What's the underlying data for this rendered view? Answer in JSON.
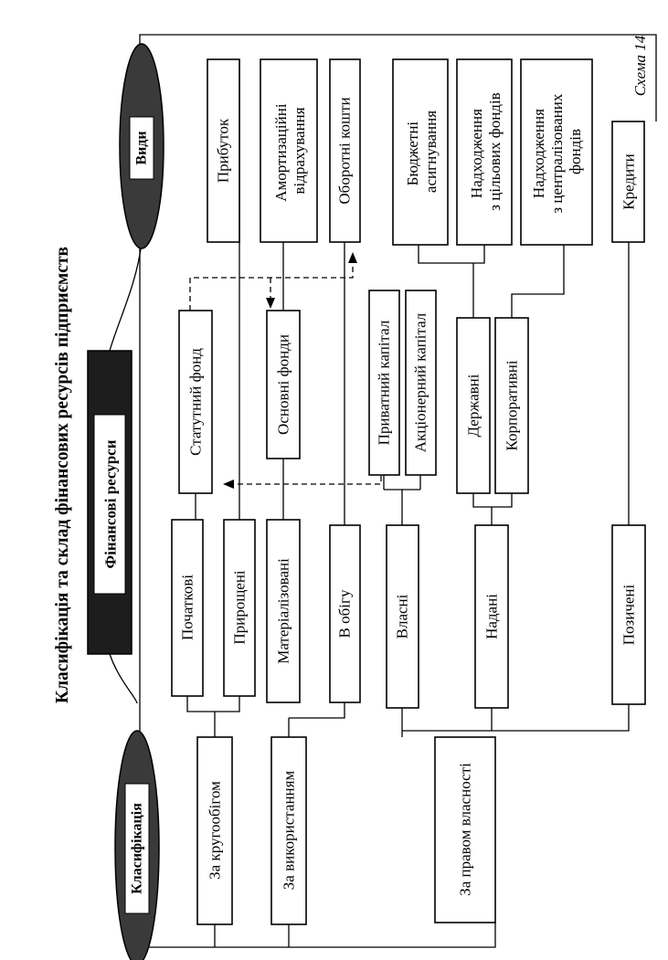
{
  "scheme_label": "Схема 14",
  "title": "Класифікація та склад фінансових ресурсів підприємств",
  "center": {
    "label": "Фінансові ресурси"
  },
  "ovals": {
    "classification": "Класифікація",
    "types": "Види"
  },
  "criteria": {
    "turnover": "За кругообігом",
    "usage": "За використанням",
    "ownership": "За правом власності"
  },
  "classes": {
    "initial": "Початкові",
    "increased": "Прирощені",
    "materialized": "Матеріалізовані",
    "in_circulation": "В обігу",
    "own": "Власні",
    "granted": "Надані",
    "borrowed": "Позичені"
  },
  "intermediate": {
    "statutory_fund": "Статутний фонд",
    "fixed_assets": "Основні фонди",
    "private_capital": "Приватний капітал",
    "share_capital": "Акціонерний капітал",
    "state": "Державні",
    "corporate": "Корпоративні"
  },
  "types": {
    "profit": "Прибуток",
    "depreciation": [
      "Амортизаційні",
      "відрахування"
    ],
    "working_capital": "Оборотні кошти",
    "budget": [
      "Бюджетні",
      "асигнування"
    ],
    "target_funds": [
      "Надходження",
      "з цільових фондів"
    ],
    "centralized_funds": [
      "Надходження",
      "з централізованих",
      "фондів"
    ],
    "credits": "Кредити"
  }
}
